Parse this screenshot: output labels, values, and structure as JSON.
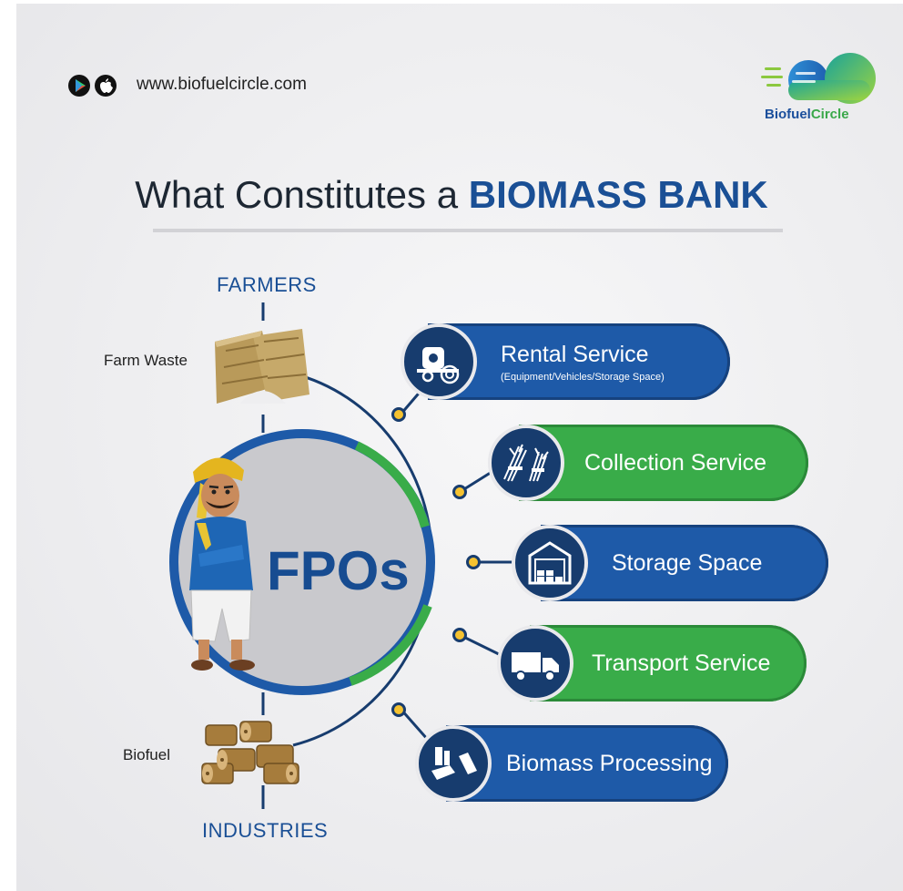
{
  "header": {
    "url": "www.biofuelcircle.com",
    "brand_part1": "Biofuel",
    "brand_part2": "Circle"
  },
  "title": {
    "prefix": "What Constitutes a ",
    "highlight": "BIOMASS BANK"
  },
  "left": {
    "top_label": "FARMERS",
    "top_item": "Farm Waste",
    "center_label": "FPOs",
    "bottom_item": "Biofuel",
    "bottom_label": "INDUSTRIES"
  },
  "services": [
    {
      "label": "Rental Service",
      "sub": "(Equipment/Vehicles/Storage Space)",
      "icon": "baler-icon"
    },
    {
      "label": "Collection Service",
      "sub": "",
      "icon": "crop-bundle-icon"
    },
    {
      "label": "Storage Space",
      "sub": "",
      "icon": "warehouse-icon"
    },
    {
      "label": "Transport Service",
      "sub": "",
      "icon": "truck-icon"
    },
    {
      "label": "Biomass Processing",
      "sub": "",
      "icon": "processing-icon"
    }
  ],
  "colors": {
    "navy": "#173c6e",
    "blue": "#1e5aa8",
    "green": "#39ac49",
    "yellow": "#f5c230"
  }
}
